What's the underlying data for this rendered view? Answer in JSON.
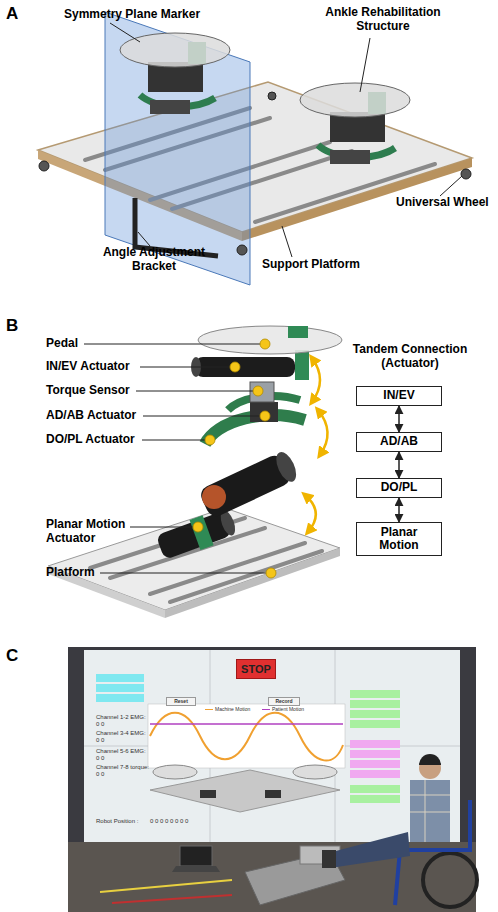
{
  "diagram": {
    "nodes": [
      {
        "text": [
          "IN/EV"
        ]
      },
      {
        "text": [
          "AD/AB"
        ]
      },
      {
        "text": [
          "DO/PL"
        ]
      },
      {
        "text": [
          "Planar Motion"
        ]
      },
      {
        "text": [
          "STOP"
        ]
      },
      {
        "text": [
          "Reset"
        ]
      },
      {
        "text": [
          "Record"
        ]
      }
    ],
    "edges": [
      {
        "from": 0,
        "to": 1,
        "arrow": "both"
      },
      {
        "from": 1,
        "to": 2,
        "arrow": "both"
      },
      {
        "from": 2,
        "to": 3,
        "arrow": "both"
      }
    ],
    "labels": [
      "A",
      "Symmetry Plane Marker",
      "Ankle Rehabilitation Structure",
      "Universal Wheel",
      "Angle Adjustment Bracket",
      "Support Platform",
      "B",
      "Pedal",
      "IN/EV Actuator",
      "Torque Sensor",
      "AD/AB Actuator",
      "DO/PL Actuator",
      "Planar Motion Actuator",
      "Platform",
      "Tandem Connection (Actuator)",
      "C",
      "Channel 1-2 EMG:",
      "0 0",
      "Channel 3-4 EMG:",
      "0 0",
      "Channel 5-6 EMG:",
      "0 0",
      "Channel 7-8 torque:",
      "0 0",
      "Robot Position :",
      "0 0 0 0 0 0 0 0"
    ],
    "legend": [
      {
        "text": "Machine Motion"
      },
      {
        "text": "Patient Motion"
      }
    ]
  }
}
